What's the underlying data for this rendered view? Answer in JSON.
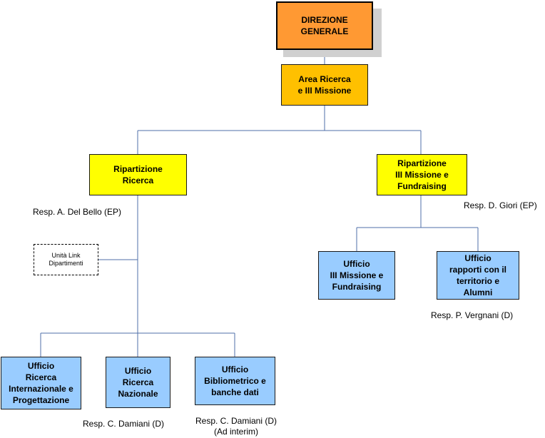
{
  "colors": {
    "direzione": "#ff9933",
    "area": "#ffc000",
    "ripartizione": "#ffff00",
    "ufficio": "#99ccff",
    "connector": "#4f6fa8"
  },
  "nodes": {
    "direzione_generale": "DIREZIONE\nGENERALE",
    "area_ricerca": "Area Ricerca\ne III Missione",
    "ripartizione_ricerca": "Ripartizione\nRicerca",
    "ripartizione_missione": "Ripartizione\nIII Missione e\nFundraising",
    "unita_link": "Unità Link\nDipartimenti",
    "ufficio_missione": "Ufficio\nIII Missione e\nFundraising",
    "ufficio_rapporti": "Ufficio\nrapporti con il\nterritorio e\nAlumni",
    "ufficio_internazionale": "Ufficio\nRicerca\nInternazionale e\nProgettazione",
    "ufficio_nazionale": "Ufficio\nRicerca\nNazionale",
    "ufficio_biblio": "Ufficio\nBibliometrico e\nbanche dati"
  },
  "labels": {
    "resp_ricerca": "Resp. A. Del Bello (EP)",
    "resp_missione": "Resp. D. Giori (EP)",
    "resp_rapporti": "Resp. P. Vergnani (D)",
    "resp_nazionale": "Resp. C. Damiani (D)",
    "resp_biblio": "Resp. C. Damiani (D)\n(Ad interim)"
  }
}
